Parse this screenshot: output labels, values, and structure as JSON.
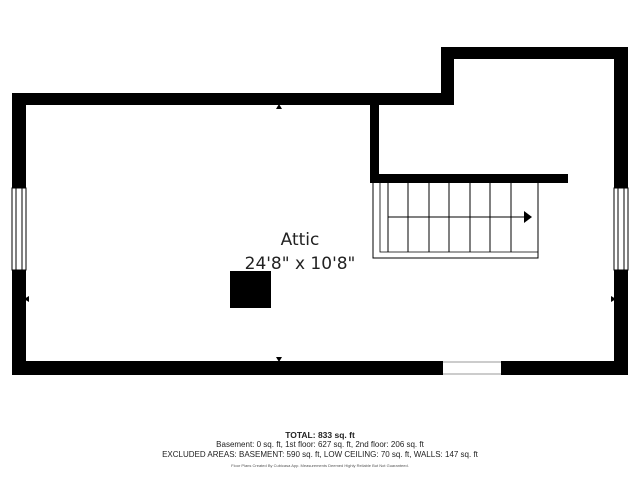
{
  "room": {
    "name": "Attic",
    "dimensions": "24'8\" x 10'8\""
  },
  "footer": {
    "total_label": "TOTAL:",
    "total_value": "833 sq. ft",
    "areas": "Basement: 0 sq. ft, 1st floor: 627 sq. ft, 2nd floor: 206 sq. ft",
    "excluded": "EXCLUDED AREAS: BASEMENT: 590 sq. ft, LOW CEILING: 70 sq. ft, WALLS: 147 sq. ft",
    "credit": "Floor Plans Created By Cubicasa App. Measurements Deemed Highly Reliable But Not Guaranteed."
  },
  "colors": {
    "wall": "#000000",
    "background": "#ffffff",
    "opening": "#9a9a9a"
  }
}
